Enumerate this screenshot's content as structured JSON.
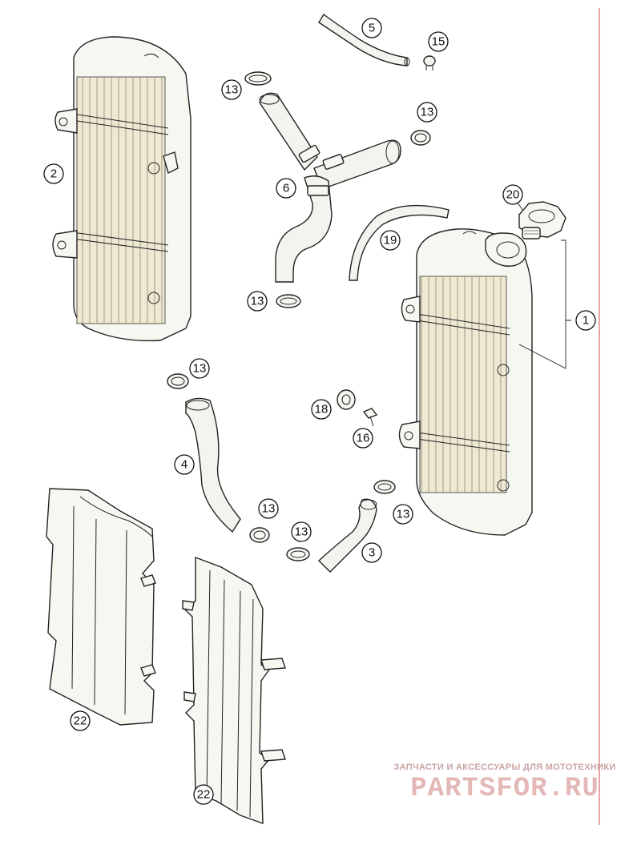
{
  "callouts": {
    "c1": "1",
    "c2": "2",
    "c3": "3",
    "c4": "4",
    "c5": "5",
    "c6": "6",
    "c13a": "13",
    "c13b": "13",
    "c13c": "13",
    "c13d": "13",
    "c13e": "13",
    "c13f": "13",
    "c13g": "13",
    "c15": "15",
    "c16": "16",
    "c18": "18",
    "c19": "19",
    "c20": "20",
    "c22a": "22",
    "c22b": "22"
  },
  "watermark": {
    "tagline": "ЗАПЧАСТИ И АКСЕССУАРЫ ДЛЯ МОТОТЕХНИКИ",
    "logo": "PARTSFOR.RU"
  },
  "colors": {
    "margin_line": "#d98080",
    "watermark": "#e5b8b8",
    "core": "#efe9d2"
  }
}
